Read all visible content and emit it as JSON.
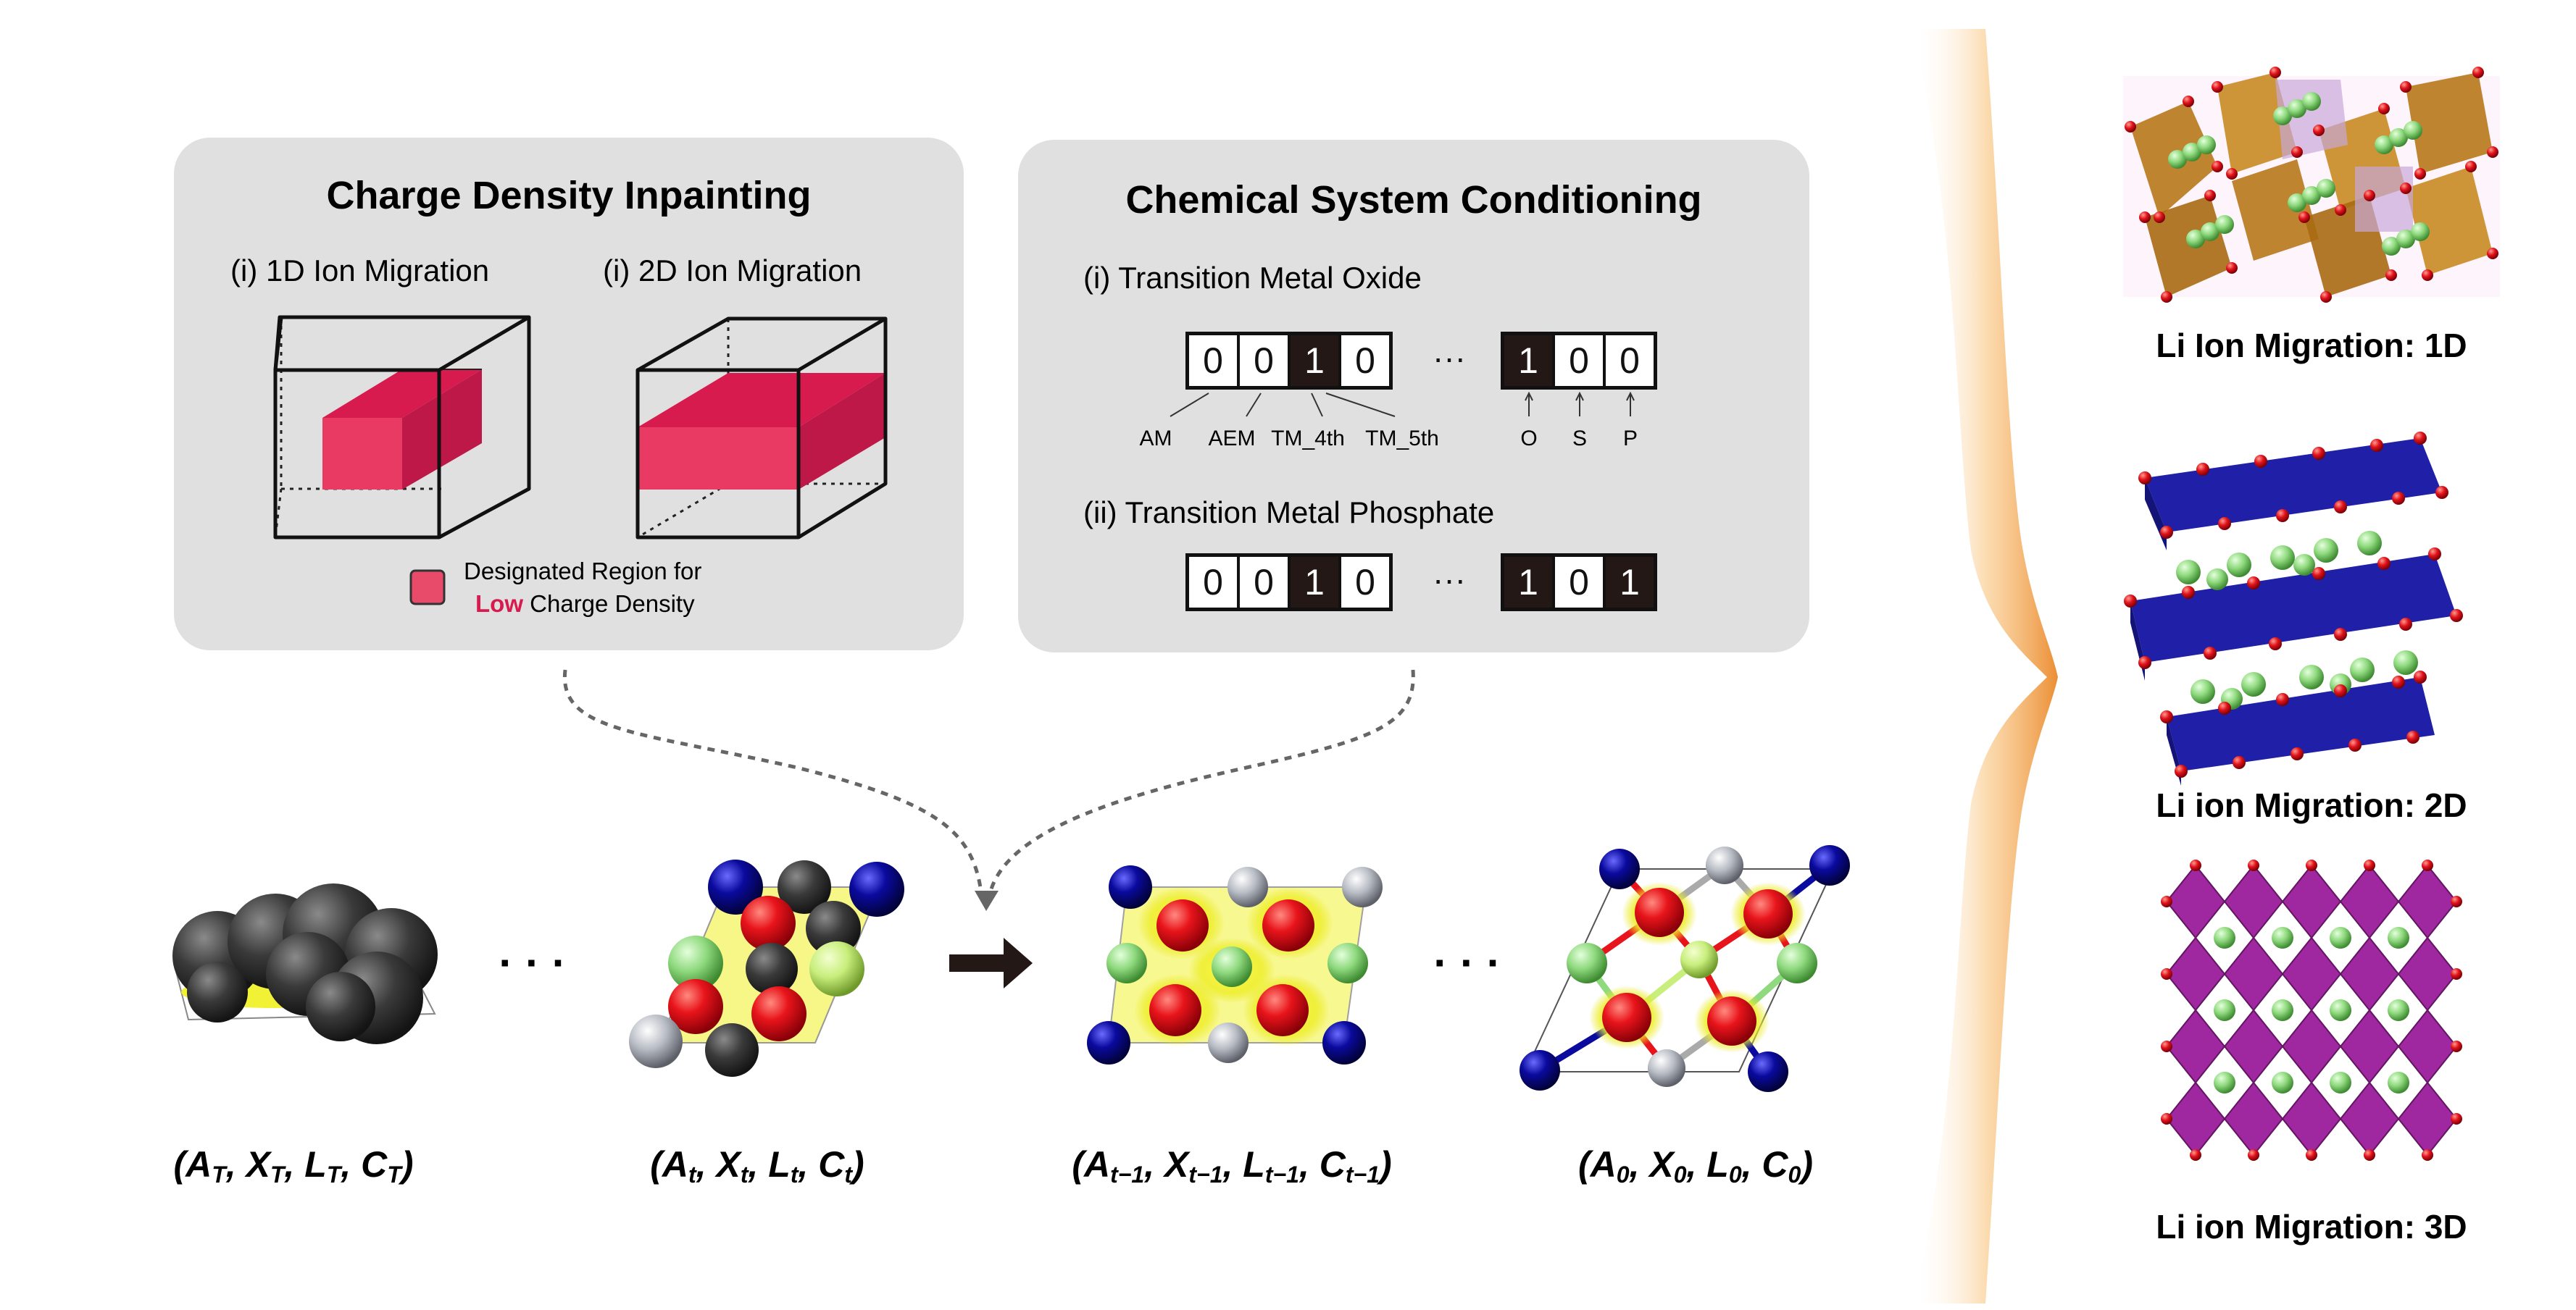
{
  "inpainting": {
    "title": "Charge Density Inpainting",
    "sub1": "(i) 1D Ion Migration",
    "sub2": "(i) 2D Ion Migration",
    "legend_line1": "Designated Region for",
    "legend_low": "Low",
    "legend_rest": " Charge Density"
  },
  "conditioning": {
    "title": "Chemical System Conditioning",
    "oxide_label": "(i) Transition Metal Oxide",
    "phosphate_label": "(ii) Transition Metal Phosphate",
    "oxide_vector_left": [
      "0",
      "0",
      "1",
      "0"
    ],
    "oxide_vector_right": [
      "1",
      "0",
      "0"
    ],
    "phosphate_vector_left": [
      "0",
      "0",
      "1",
      "0"
    ],
    "phosphate_vector_right": [
      "1",
      "0",
      "1"
    ],
    "ellipsis": "···",
    "left_tags": [
      "AM",
      "AEM",
      "TM_4th",
      "TM_5th"
    ],
    "right_tags": [
      "O",
      "S",
      "P"
    ]
  },
  "process": {
    "ellipsis": "· · ·",
    "labels": [
      "(A_T, X_T, L_T, C_T)",
      "(A_t, X_t, L_t, C_t)",
      "(A_{t−1}, X_{t−1}, L_{t−1}, C_{t−1})",
      "(A_0, X_0, L_0, C_0)"
    ]
  },
  "results": {
    "label_1d": "Li Ion Migration: 1D",
    "label_2d": "Li ion Migration: 2D",
    "label_3d": "Li ion Migration: 3D"
  },
  "colors": {
    "panel_bg": "#e0e0e0",
    "low_density": "#d81b4f",
    "highlight_cell": "#231815",
    "atom_red": "#e8141b",
    "atom_blue": "#0a0a9e",
    "atom_green": "#8fd97e",
    "atom_gray": "#b8bcc4",
    "charge_yellow": "#f2f226",
    "polyhedra_brown": "#b8781a",
    "polyhedra_blue": "#1f1fa8",
    "polyhedra_purple": "#9a1c9a",
    "glow_orange": "#f08a1e"
  }
}
